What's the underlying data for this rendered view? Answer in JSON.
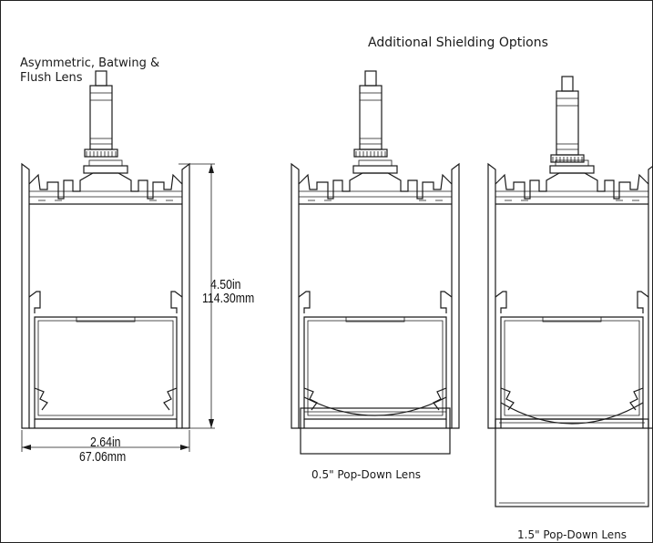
{
  "labels": {
    "left_title_line1": "Asymmetric, Batwing &",
    "left_title_line2": "Flush Lens",
    "right_title": "Additional Shielding Options",
    "height_in": "4.50in",
    "height_mm": "114.30mm",
    "width_in": "2.64in",
    "width_mm": "67.06mm",
    "mid_caption": "0.5\" Pop-Down Lens",
    "right_caption": "1.5\" Pop-Down Lens"
  },
  "colors": {
    "line": "#1a1a1a",
    "background": "#ffffff"
  }
}
